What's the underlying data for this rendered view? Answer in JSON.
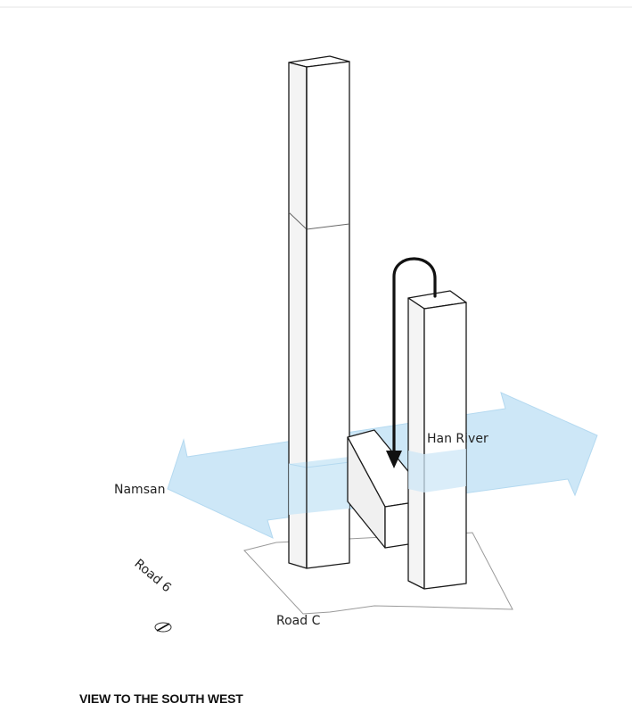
{
  "labels": {
    "namsan": "Namsan",
    "han_river": "Han River",
    "road_6": "Road 6",
    "road_c": "Road C"
  },
  "caption": "VIEW TO THE SOUTH WEST",
  "icons": {
    "compass": "north-arrow-icon",
    "arrow": "circulation-arrow-icon"
  },
  "colors": {
    "flow": "#cde7f7",
    "flow_edge": "#b4d9f0",
    "tower_face": "#ffffff",
    "tower_shade": "#f1f1f1",
    "outline": "#1a1a1a"
  }
}
